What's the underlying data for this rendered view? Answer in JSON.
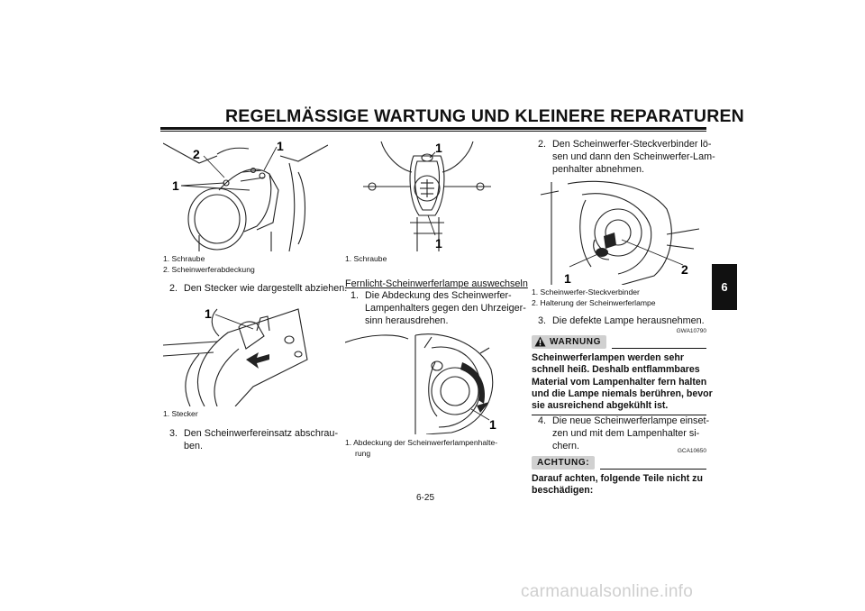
{
  "header": {
    "title": "REGELMÄSSIGE WARTUNG UND KLEINERE REPARATUREN"
  },
  "side_tab": {
    "label": "6"
  },
  "page_number": "6-25",
  "footer": {
    "watermark": "carmanualsonline.info"
  },
  "col1": {
    "figure1": {
      "callouts": [
        "2",
        "1",
        "1"
      ],
      "captions": [
        "1. Schraube",
        "2. Scheinwerferabdeckung"
      ]
    },
    "step2": {
      "num": "2.",
      "text": "Den Stecker wie dargestellt abziehen."
    },
    "figure2": {
      "callouts": [
        "1"
      ],
      "captions": [
        "1. Stecker"
      ]
    },
    "step3": {
      "num": "3.",
      "line1": "Den Scheinwerfereinsatz abschrau-",
      "line2": "ben."
    }
  },
  "col2": {
    "figure3": {
      "callouts": [
        "1",
        "1"
      ],
      "captions": [
        "1. Schraube"
      ]
    },
    "section_heading": "Fernlicht-Scheinwerferlampe auswechseln",
    "step1": {
      "num": "1.",
      "line1": "Die Abdeckung des Scheinwerfer-",
      "line2": "Lampenhalters gegen den Uhrzeiger-",
      "line3": "sinn herausdrehen."
    },
    "figure4": {
      "callouts": [
        "1"
      ],
      "captions": [
        "1. Abdeckung der Scheinwerferlampenhalte-",
        "rung"
      ]
    }
  },
  "col3": {
    "step2": {
      "num": "2.",
      "line1": "Den Scheinwerfer-Steckverbinder lö-",
      "line2": "sen und dann den Scheinwerfer-Lam-",
      "line3": "penhalter abnehmen."
    },
    "figure5": {
      "callouts": [
        "2",
        "1"
      ],
      "captions": [
        "1. Scheinwerfer-Steckverbinder",
        "2. Halterung der Scheinwerferlampe"
      ]
    },
    "step3": {
      "num": "3.",
      "text": "Die defekte Lampe herausnehmen."
    },
    "warning": {
      "label": "WARNUNG",
      "code": "GWA10790",
      "lines": [
        "Scheinwerferlampen werden sehr",
        "schnell heiß. Deshalb entflammbares",
        "Material vom Lampenhalter fern halten",
        "und die Lampe niemals berühren, bevor",
        "sie ausreichend abgekühlt ist."
      ]
    },
    "step4": {
      "num": "4.",
      "line1": "Die neue Scheinwerferlampe einset-",
      "line2": "zen und mit dem Lampenhalter si-",
      "line3": "chern."
    },
    "caution": {
      "label": "ACHTUNG:",
      "code": "GCA10650",
      "lines": [
        "Darauf achten, folgende Teile nicht zu",
        "beschädigen:"
      ]
    }
  }
}
